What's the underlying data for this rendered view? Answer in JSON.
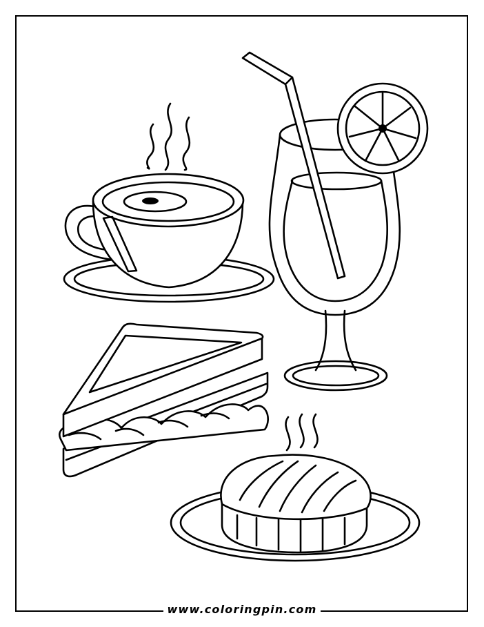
{
  "footer": {
    "website": "www.coloringpin.com"
  },
  "colors": {
    "ink": "#000000",
    "paper": "#ffffff"
  },
  "illustrations": [
    "coffee-cup",
    "juice-glass",
    "sandwich",
    "pastry"
  ]
}
